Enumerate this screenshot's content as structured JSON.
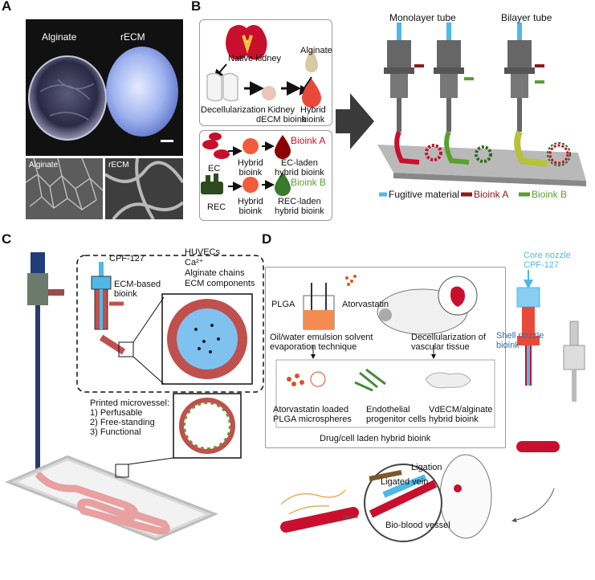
{
  "panels": {
    "a": "A",
    "b": "B",
    "c": "C",
    "d": "D"
  },
  "panel_a": {
    "photo_left": "Alginate",
    "photo_right": "rECM",
    "sem_left": "Alginate",
    "sem_right": "rECM"
  },
  "panel_b": {
    "top": {
      "native_kidney": "Native kidney",
      "alginate": "Alginate",
      "decellularization": "Decellularization",
      "kidney_dECM": "Kidney\ndECM bioink",
      "hybrid": "Hybrid\nbioink"
    },
    "bottom": {
      "bioink_a": "Bioink A",
      "bioink_b": "Bioink B",
      "ec": "EC",
      "rec": "REC",
      "hybrid_1": "Hybrid\nbioink",
      "hybrid_2": "Hybrid\nbioink",
      "ec_laden": "EC-laden\nhybrid bioink",
      "rec_laden": "REC-laden\nhybrid bioink"
    },
    "monolayer": "Monolayer tube",
    "bilayer": "Bilayer tube",
    "legend": {
      "fugitive": "Fugitive material",
      "bioink_a": "Bioink A",
      "bioink_b": "Bioink B"
    },
    "colors": {
      "fugitive": "#4fb8e8",
      "bioink_a": "#8b1a1a",
      "bioink_b": "#5aa02c"
    }
  },
  "panel_c": {
    "cpf": "CPF-127",
    "ecm_bioink": "ECM-based\nbioink",
    "legend": [
      "HUVECs",
      "Ca²⁺",
      "Alginate chains",
      "ECM components"
    ],
    "printed_title": "Printed microvessel:",
    "printed_items": [
      "1) Perfusable",
      "2) Free-standing",
      "3) Functional"
    ]
  },
  "panel_d": {
    "plga": "PLGA",
    "atorvastatin": "Atorvastatin",
    "emulsion": "Oil/water emulsion solvent\nevaporation technique",
    "decell": "Decellularization of\nvascular tissue",
    "micro": "Atorvastatin loaded\nPLGA microspheres",
    "endo": "Endothelial\nprogenitor cells",
    "vdecm": "VdECM/alginate\nhybrid bioink",
    "footer": "Drug/cell laden hybrid bioink",
    "core": "Core nozzle\nCPF-127",
    "shell": "Shell nozzle\nbioink",
    "ligation": "Ligation",
    "ligated": "Ligated vein",
    "bio": "Bio-blood vessel"
  }
}
